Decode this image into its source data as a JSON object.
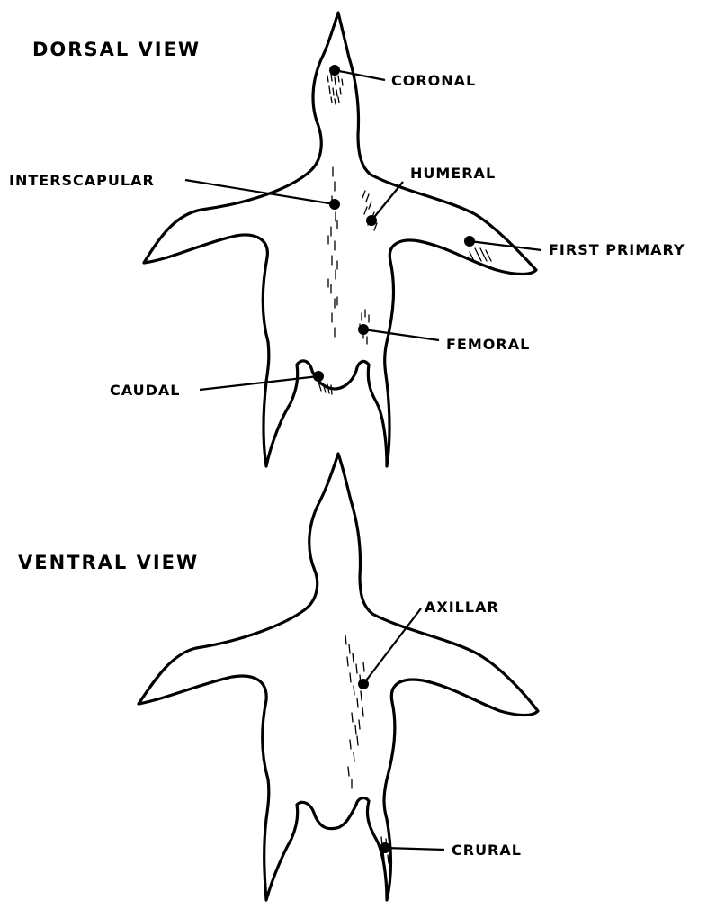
{
  "dorsal": {
    "title": "DORSAL VIEW",
    "labels": {
      "coronal": "CORONAL",
      "interscapular": "INTERSCAPULAR",
      "humeral": "HUMERAL",
      "first_primary": "FIRST PRIMARY",
      "femoral": "FEMORAL",
      "caudal": "CAUDAL"
    }
  },
  "ventral": {
    "title": "VENTRAL VIEW",
    "labels": {
      "axillar": "AXILLAR",
      "crural": "CRURAL"
    }
  }
}
